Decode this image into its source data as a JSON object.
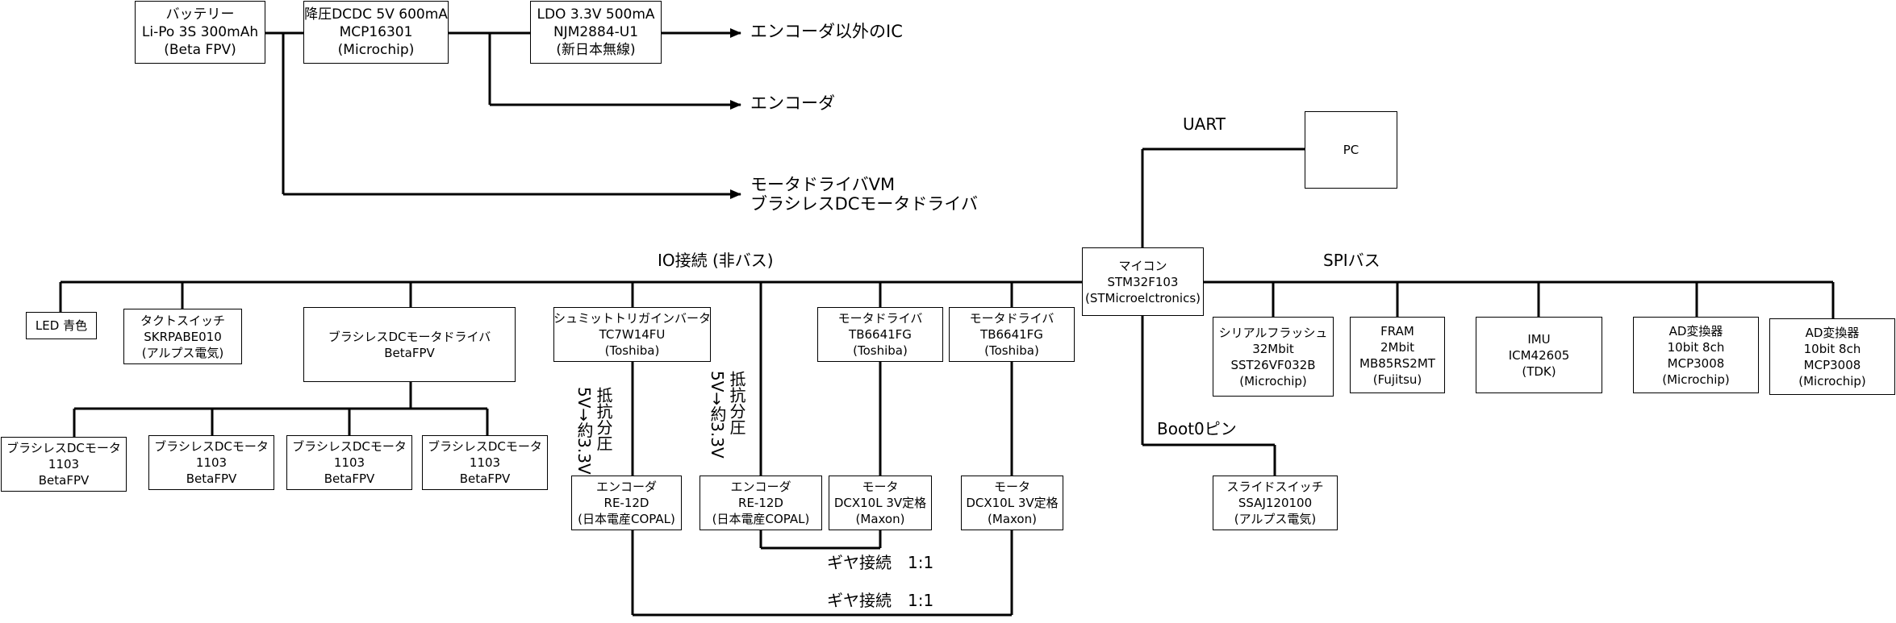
{
  "power": {
    "battery": [
      "バッテリー",
      "Li-Po 3S 300mAh",
      "(Beta FPV)"
    ],
    "dcdc": [
      "降圧DCDC 5V 600mA",
      "MCP16301",
      "(Microchip)"
    ],
    "ldo": [
      "LDO 3.3V 500mA",
      "NJM2884-U1",
      "(新日本無線)"
    ],
    "out_ic": "エンコーダ以外のIC",
    "out_encoder": "エンコーダ",
    "out_motor": [
      "モータドライバVM",
      "ブラシレスDCモータドライバ"
    ]
  },
  "uart": {
    "label": "UART",
    "pc": "PC"
  },
  "mcu": [
    "マイコン",
    "STM32F103",
    "(STMicroelctronics)"
  ],
  "io_bus": {
    "label": "IO接続 (非バス)",
    "led": "LED 青色",
    "tact": [
      "タクトスイッチ",
      "SKRPABE010",
      "(アルプス電気)"
    ],
    "bldc_driver": [
      "ブラシレスDCモータドライバ",
      "BetaFPV"
    ],
    "bldc_motors": [
      [
        "ブラシレスDCモータ",
        "1103",
        "BetaFPV"
      ],
      [
        "ブラシレスDCモータ",
        "1103",
        "BetaFPV"
      ],
      [
        "ブラシレスDCモータ",
        "1103",
        "BetaFPV"
      ],
      [
        "ブラシレスDCモータ",
        "1103",
        "BetaFPV"
      ]
    ],
    "schmitt": [
      "シュミットトリガインバータ",
      "TC7W14FU",
      "(Toshiba)"
    ],
    "divider_1": [
      "抵抗分圧",
      "5V→約3.3V"
    ],
    "divider_2": [
      "抵抗分圧",
      "5V→約3.3V"
    ],
    "encoder_1": [
      "エンコーダ",
      "RE-12D",
      "(日本電産COPAL)"
    ],
    "encoder_2": [
      "エンコーダ",
      "RE-12D",
      "(日本電産COPAL)"
    ],
    "motor_driver_1": [
      "モータドライバ",
      "TB6641FG",
      "(Toshiba)"
    ],
    "motor_driver_2": [
      "モータドライバ",
      "TB6641FG",
      "(Toshiba)"
    ],
    "motor_1": [
      "モータ",
      "DCX10L 3V定格",
      "(Maxon)"
    ],
    "motor_2": [
      "モータ",
      "DCX10L 3V定格",
      "(Maxon)"
    ],
    "gear_1": "ギヤ接続　1:1",
    "gear_2": "ギヤ接続　1:1"
  },
  "spi_bus": {
    "label": "SPIバス",
    "flash": [
      "シリアルフラッシュ",
      "32Mbit",
      "SST26VF032B",
      "(Microchip)"
    ],
    "fram": [
      "FRAM",
      "2Mbit",
      "MB85RS2MT",
      "(Fujitsu)"
    ],
    "imu": [
      "IMU",
      "ICM42605",
      "(TDK)"
    ],
    "adc_1": [
      "AD変換器",
      "10bit 8ch",
      "MCP3008",
      "(Microchip)"
    ],
    "adc_2": [
      "AD変換器",
      "10bit 8ch",
      "MCP3008",
      "(Microchip)"
    ]
  },
  "boot": {
    "label": "Boot0ピン",
    "switch": [
      "スライドスイッチ",
      "SSAJ120100",
      "(アルプス電気)"
    ]
  }
}
